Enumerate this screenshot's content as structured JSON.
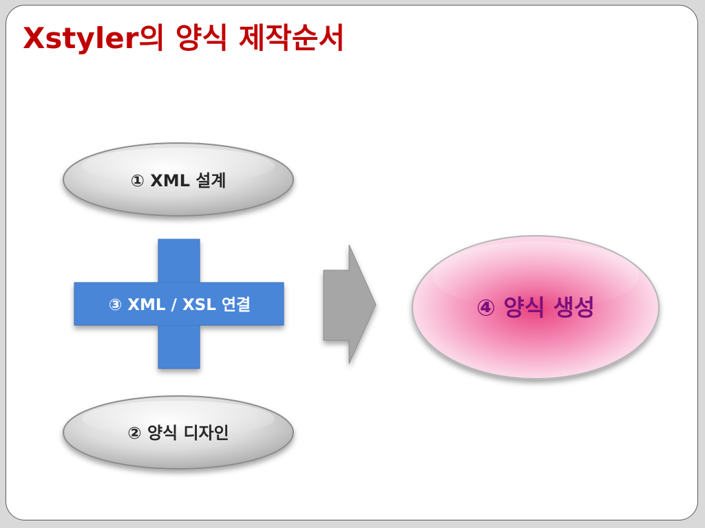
{
  "title": "Xstyler의 양식 제작순서",
  "steps": {
    "xml_design": "① XML 설계",
    "style_design": "② 양식 디자인",
    "link": "③ XML / XSL 연결",
    "generate": "④ 양식 생성"
  },
  "colors": {
    "title": "#c00000",
    "cross": "#4a86d8",
    "arrow": "#a6a6a6",
    "result_text": "#7b0f7b"
  }
}
